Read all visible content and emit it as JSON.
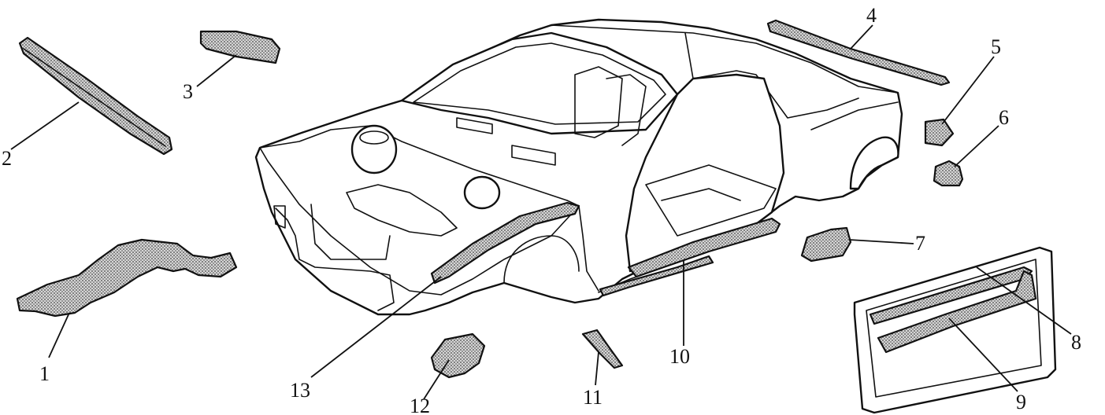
{
  "figure": {
    "callouts": [
      {
        "id": "1",
        "label": "1"
      },
      {
        "id": "2",
        "label": "2"
      },
      {
        "id": "3",
        "label": "3"
      },
      {
        "id": "4",
        "label": "4"
      },
      {
        "id": "5",
        "label": "5"
      },
      {
        "id": "6",
        "label": "6"
      },
      {
        "id": "7",
        "label": "7"
      },
      {
        "id": "8",
        "label": "8"
      },
      {
        "id": "9",
        "label": "9"
      },
      {
        "id": "10",
        "label": "10"
      },
      {
        "id": "11",
        "label": "11"
      },
      {
        "id": "12",
        "label": "12"
      },
      {
        "id": "13",
        "label": "13"
      }
    ],
    "colors": {
      "ink": "#111111",
      "paper": "#ffffff",
      "stipple": "#9a9a9a"
    }
  }
}
